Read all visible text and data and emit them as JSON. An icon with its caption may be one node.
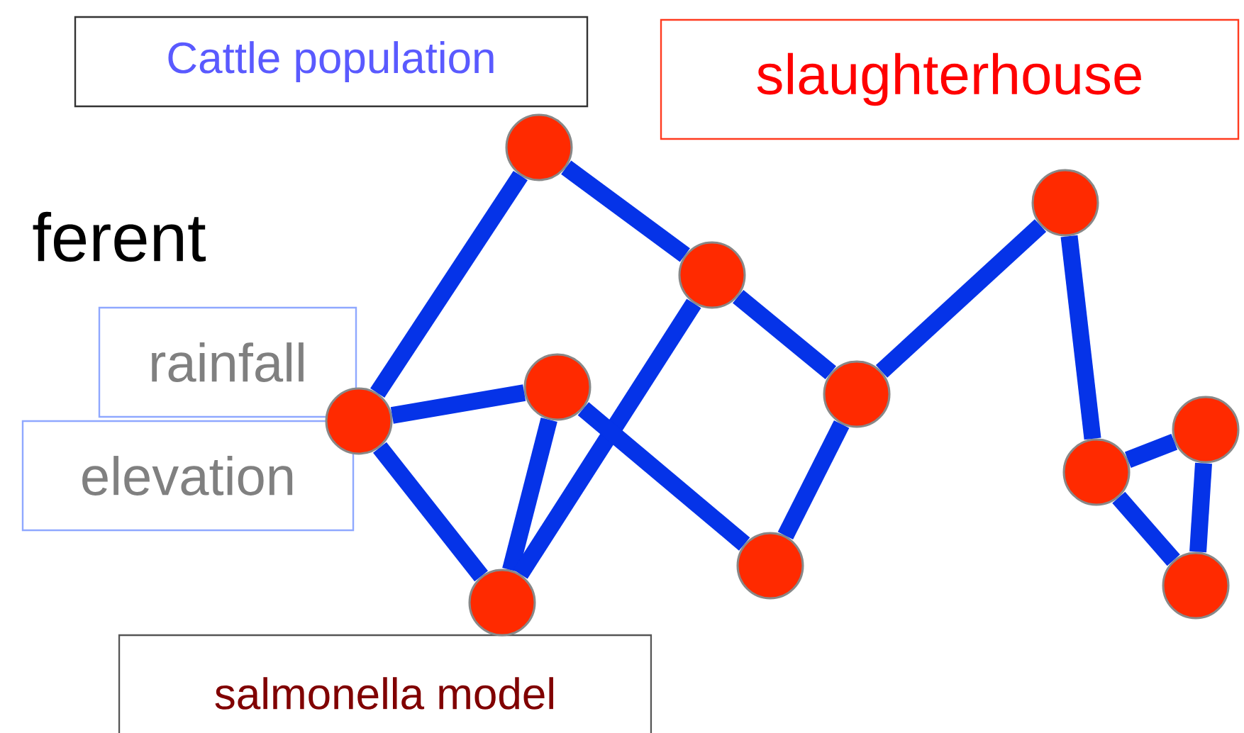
{
  "diagram": {
    "nodes": [
      {
        "text": [
          "Cattle population"
        ]
      },
      {
        "text": [
          "slaughterhouse"
        ]
      },
      {
        "text": [
          "rainfall"
        ]
      },
      {
        "text": [
          "elevation"
        ]
      },
      {
        "text": [
          "salmonella model"
        ]
      },
      {
        "text": [],
        "shape": "circle"
      },
      {
        "text": [],
        "shape": "circle"
      },
      {
        "text": [],
        "shape": "circle"
      },
      {
        "text": [],
        "shape": "circle"
      },
      {
        "text": [],
        "shape": "circle"
      },
      {
        "text": [],
        "shape": "circle"
      },
      {
        "text": [],
        "shape": "circle"
      },
      {
        "text": [],
        "shape": "circle"
      },
      {
        "text": [],
        "shape": "circle"
      },
      {
        "text": [],
        "shape": "circle"
      },
      {
        "text": [],
        "shape": "circle"
      }
    ],
    "edges": [
      {
        "from": 7,
        "to": 5,
        "arrow": "none"
      },
      {
        "from": 7,
        "to": 9,
        "arrow": "none"
      },
      {
        "from": 5,
        "to": 8,
        "arrow": "none"
      },
      {
        "from": 5,
        "to": 6,
        "arrow": "none"
      },
      {
        "from": 8,
        "to": 6,
        "arrow": "none"
      },
      {
        "from": 6,
        "to": 9,
        "arrow": "none"
      },
      {
        "from": 8,
        "to": 10,
        "arrow": "none"
      },
      {
        "from": 9,
        "to": 11,
        "arrow": "none"
      },
      {
        "from": 10,
        "to": 11,
        "arrow": "none"
      },
      {
        "from": 11,
        "to": 12,
        "arrow": "none"
      },
      {
        "from": 12,
        "to": 13,
        "arrow": "none"
      },
      {
        "from": 13,
        "to": 15,
        "arrow": "none"
      },
      {
        "from": 13,
        "to": 14,
        "arrow": "none"
      },
      {
        "from": 15,
        "to": 14,
        "arrow": "none"
      }
    ],
    "labels": [
      "ferent"
    ]
  }
}
